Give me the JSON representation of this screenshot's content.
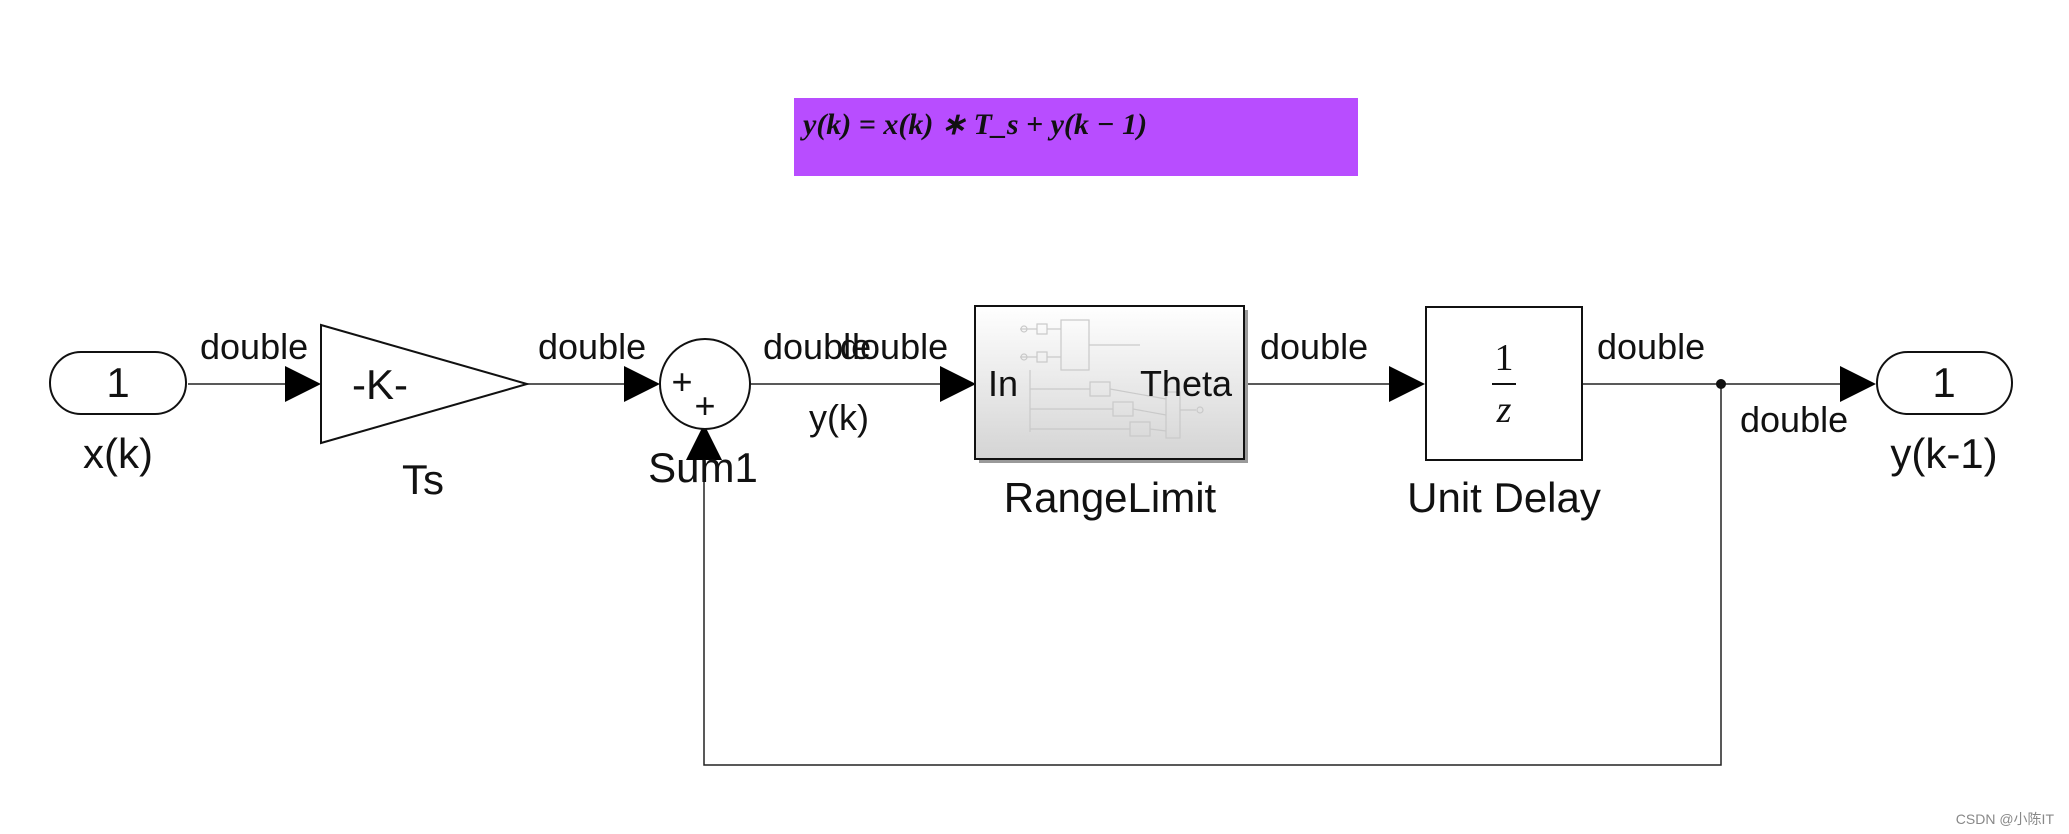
{
  "annotation": {
    "equation": "y(k) = x(k) ∗ T_s + y(k − 1)",
    "background": "#b84dff"
  },
  "blocks": {
    "inport": {
      "number": "1",
      "name": "x(k)"
    },
    "gain": {
      "text": "-K-",
      "name": "Ts"
    },
    "sum": {
      "signs": [
        "+",
        "+"
      ],
      "name": "Sum1"
    },
    "subsystem": {
      "in_port": "In",
      "out_port": "Theta",
      "name": "RangeLimit"
    },
    "delay": {
      "numerator": "1",
      "denominator": "z",
      "name": "Unit Delay"
    },
    "outport": {
      "number": "1",
      "name": "y(k-1)"
    }
  },
  "signals": {
    "datatype": "double",
    "sum_output_name": "y(k)"
  },
  "watermark": "CSDN @小陈IT"
}
